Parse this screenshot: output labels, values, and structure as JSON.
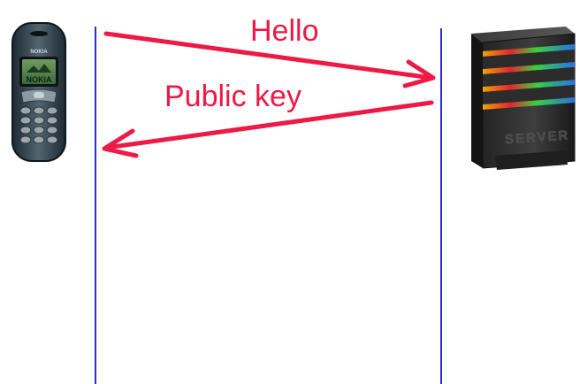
{
  "colors": {
    "background": "#ffffff",
    "lifeline": "#2a2ad6",
    "arrow": "#ec1a45",
    "label": "#ec1a45"
  },
  "participants": {
    "client": {
      "icon": "mobile-phone-icon",
      "brand": "NOKIA",
      "screen_logo": "NOKIA"
    },
    "server": {
      "icon": "server-tower-icon",
      "badge": "SERVER"
    }
  },
  "messages": [
    {
      "label": "Hello",
      "direction": "client-to-server"
    },
    {
      "label": "Public key",
      "direction": "server-to-client"
    }
  ]
}
